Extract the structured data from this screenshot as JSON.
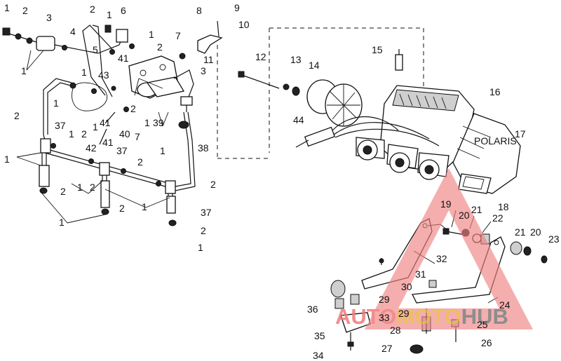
{
  "diagram": {
    "callouts": [
      "1",
      "2",
      "3",
      "4",
      "5",
      "6",
      "7",
      "8",
      "9",
      "10",
      "11",
      "12",
      "13",
      "14",
      "15",
      "16",
      "17",
      "18",
      "19",
      "20",
      "21",
      "22",
      "23",
      "24",
      "25",
      "26",
      "27",
      "28",
      "29",
      "30",
      "31",
      "32",
      "33",
      "34",
      "35",
      "36",
      "37",
      "38",
      "39",
      "40",
      "41",
      "42",
      "43",
      "44"
    ]
  },
  "watermark": {
    "brand_parts": [
      "AUTO",
      "MOTO",
      "HUB"
    ],
    "colors": {
      "auto": "#f07a7a",
      "moto": "#e8b44a",
      "hub": "#7a7a7a",
      "triangle": "#f08080"
    }
  }
}
